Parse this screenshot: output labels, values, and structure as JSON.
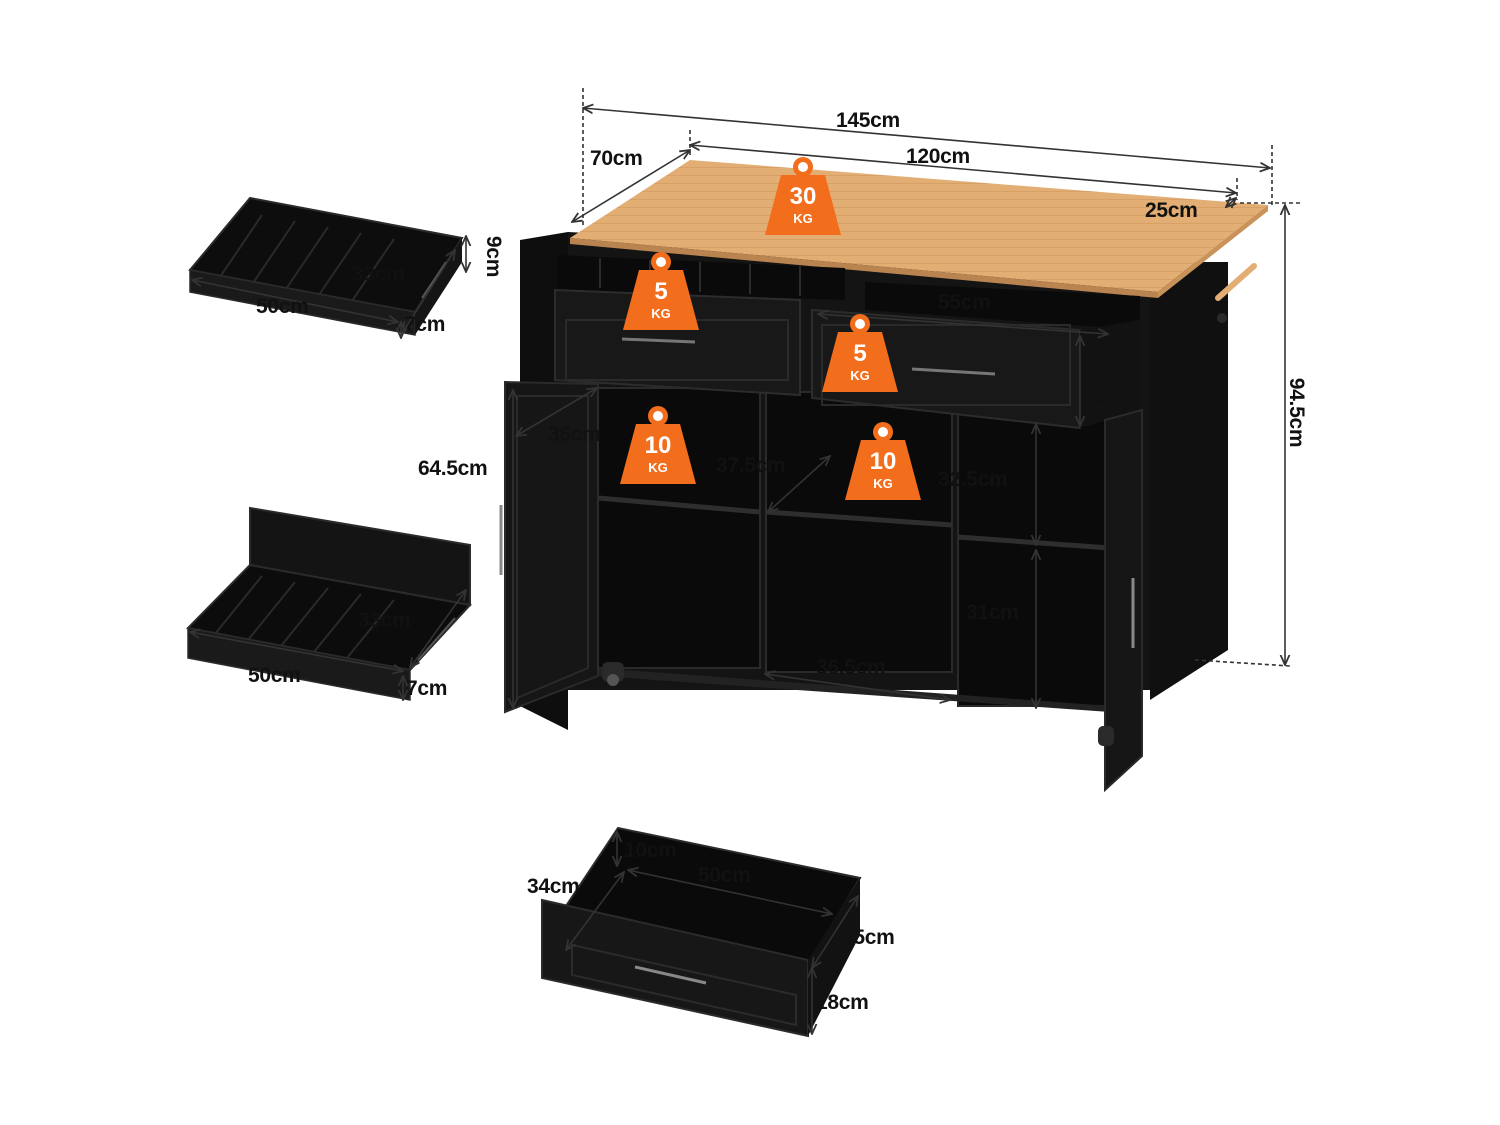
{
  "colors": {
    "cabinet": "#111111",
    "panel": "#1b1b1b",
    "interior": "#0b0b0b",
    "wood": "#e3ae74",
    "weight_badge": "#f26e1c",
    "dimension_line": "#333333"
  },
  "dimensions": {
    "overall_width": "145cm",
    "top_width": "120cm",
    "depth": "70cm",
    "extension": "25cm",
    "overall_height": "94.5cm",
    "drawer_width": "55cm",
    "drawer_height": "18cm",
    "door_height": "64.5cm",
    "door_width": "36cm",
    "shelf_depth": "37.5cm",
    "shelf_width": "36.5cm",
    "upper_cell_height": "32.5cm",
    "lower_cell_height": "31cm",
    "tray1_width": "50cm",
    "tray1_depth": "33cm",
    "tray1_height": "9cm",
    "tray1_side": "7cm",
    "tray2_width": "50cm",
    "tray2_depth": "33cm",
    "tray2_side": "7cm",
    "drawer2_depth": "34cm",
    "drawer2_inner": "10cm",
    "drawer2_width": "50cm",
    "drawer2_length": "35cm",
    "drawer2_height": "18cm"
  },
  "weights": {
    "top": {
      "value": "30",
      "unit": "KG"
    },
    "drawer_left": {
      "value": "5",
      "unit": "KG"
    },
    "drawer_right": {
      "value": "5",
      "unit": "KG"
    },
    "shelf_left": {
      "value": "10",
      "unit": "KG"
    },
    "shelf_mid": {
      "value": "10",
      "unit": "KG"
    }
  }
}
